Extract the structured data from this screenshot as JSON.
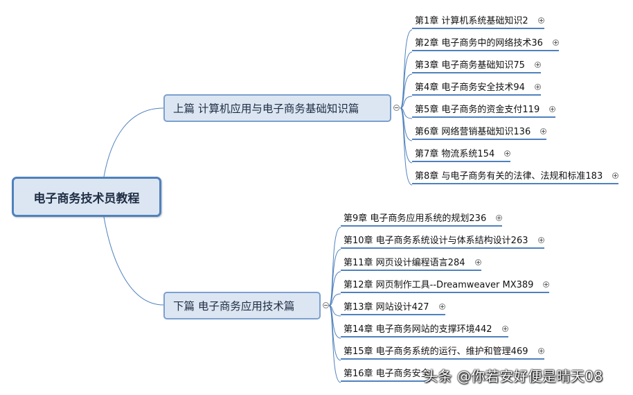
{
  "central": {
    "label": "电子商务技术员教程"
  },
  "upper": {
    "label": "上篇  计算机应用与电子商务基础知识篇",
    "chapters": [
      "第1章  计算机系统基础知识2",
      "第2章  电子商务中的网络技术36",
      "第3章  电子商务基础知识75",
      "第4章  电子商务安全技术94",
      "第5章  电子商务的资金支付119",
      "第6章  网络营销基础知识136",
      "第7章  物流系统154",
      "第8章  与电子商务有关的法律、法规和标准183"
    ]
  },
  "lower": {
    "label": "下篇  电子商务应用技术篇",
    "chapters": [
      "第9章  电子商务应用系统的规划236",
      "第10章  电子商务系统设计与体系结构设计263",
      "第11章  网页设计编程语言284",
      "第12章  网页制作工具--Dreamweaver MX389",
      "第13章  网站设计427",
      "第14章  电子商务网站的支撑环境442",
      "第15章  电子商务系统的运行、维护和管理469",
      "第16章  电子商务安全"
    ]
  },
  "watermark": "头条 @你若安好便是晴天08",
  "colors": {
    "line": "#4f81bd",
    "node_fill": "#dce6f2",
    "node_border": "#7ba0cf"
  }
}
